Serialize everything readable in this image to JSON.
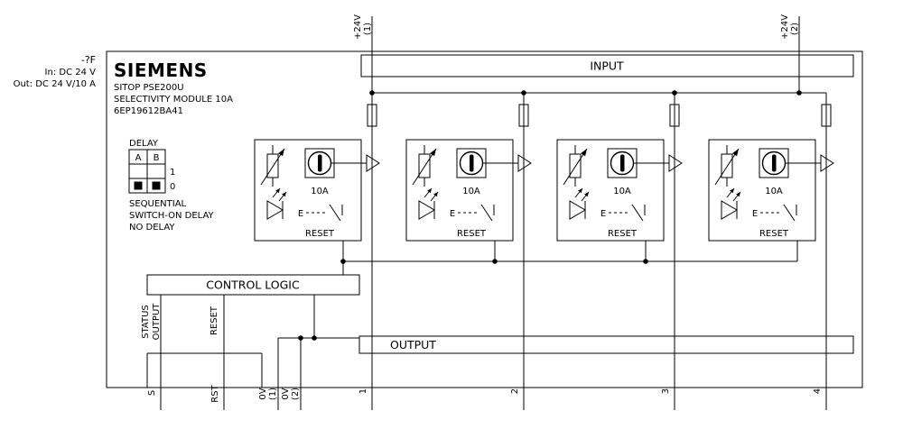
{
  "colors": {
    "ink": "#000000",
    "paper": "#ffffff"
  },
  "external_labels": {
    "designator": "-?F",
    "input_rating": "In: DC 24 V",
    "output_rating": "Out: DC 24 V/10 A"
  },
  "title_block": {
    "brand": "SIEMENS",
    "product": "SITOP PSE200U",
    "description": "SELECTIVITY MODULE 10A",
    "order_number": "6EP19612BA41"
  },
  "supply": {
    "feed1_label": "+24V",
    "feed1_index": "(1)",
    "feed2_label": "+24V",
    "feed2_index": "(2)"
  },
  "buses": {
    "input": "INPUT",
    "output": "OUTPUT"
  },
  "delay_selector": {
    "title": "DELAY",
    "column_a": "A",
    "column_b": "B",
    "row_value_1": "1",
    "row_value_0": "0",
    "legend_line1": "SEQUENTIAL",
    "legend_line2": "SWITCH-ON DELAY",
    "legend_line3": "NO DELAY"
  },
  "control_logic": {
    "label": "CONTROL LOGIC",
    "status_word1": "STATUS",
    "status_word2": "OUTPUT",
    "reset_label": "RESET"
  },
  "channels": [
    {
      "rating": "10A",
      "manual_label": "E",
      "reset_label": "RESET"
    },
    {
      "rating": "10A",
      "manual_label": "E",
      "reset_label": "RESET"
    },
    {
      "rating": "10A",
      "manual_label": "E",
      "reset_label": "RESET"
    },
    {
      "rating": "10A",
      "manual_label": "E",
      "reset_label": "RESET"
    }
  ],
  "terminals": {
    "status": "S",
    "reset": "RST",
    "zero_volt": "0V",
    "zero_volt1_index": "(1)",
    "zero_volt2_index": "(2)",
    "output1": "1",
    "output2": "2",
    "output3": "3",
    "output4": "4"
  }
}
